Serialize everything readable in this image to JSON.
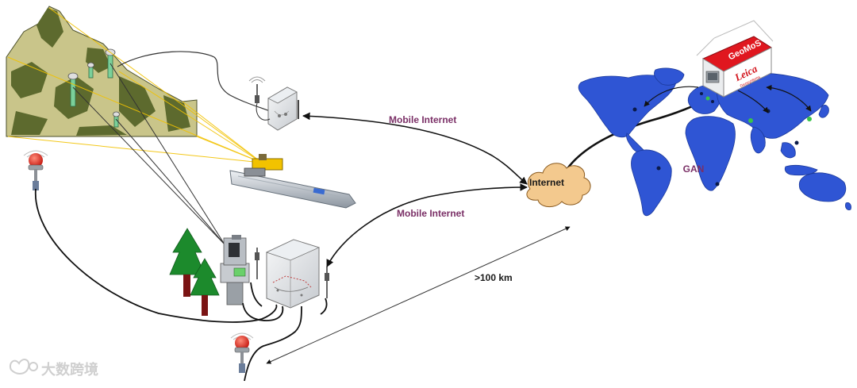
{
  "labels": {
    "mobile_internet_top": "Mobile Internet",
    "mobile_internet_bottom": "Mobile Internet",
    "internet": "Internet",
    "distance": ">100 km",
    "gan": "GAN",
    "geomos": "GeoMoS",
    "leica": "Leica",
    "leica_sub": "Geosystems"
  },
  "watermark": "大数跨境",
  "colors": {
    "world": "#2f55d4",
    "mountain_light": "#c9c58a",
    "mountain_dark": "#5d6a2e",
    "house_red": "#e0171f",
    "beacon_red": "#e2231a",
    "tree_green": "#1c8a2c",
    "label_purple": "#7a2f66",
    "laser_yellow": "#f2c200"
  }
}
